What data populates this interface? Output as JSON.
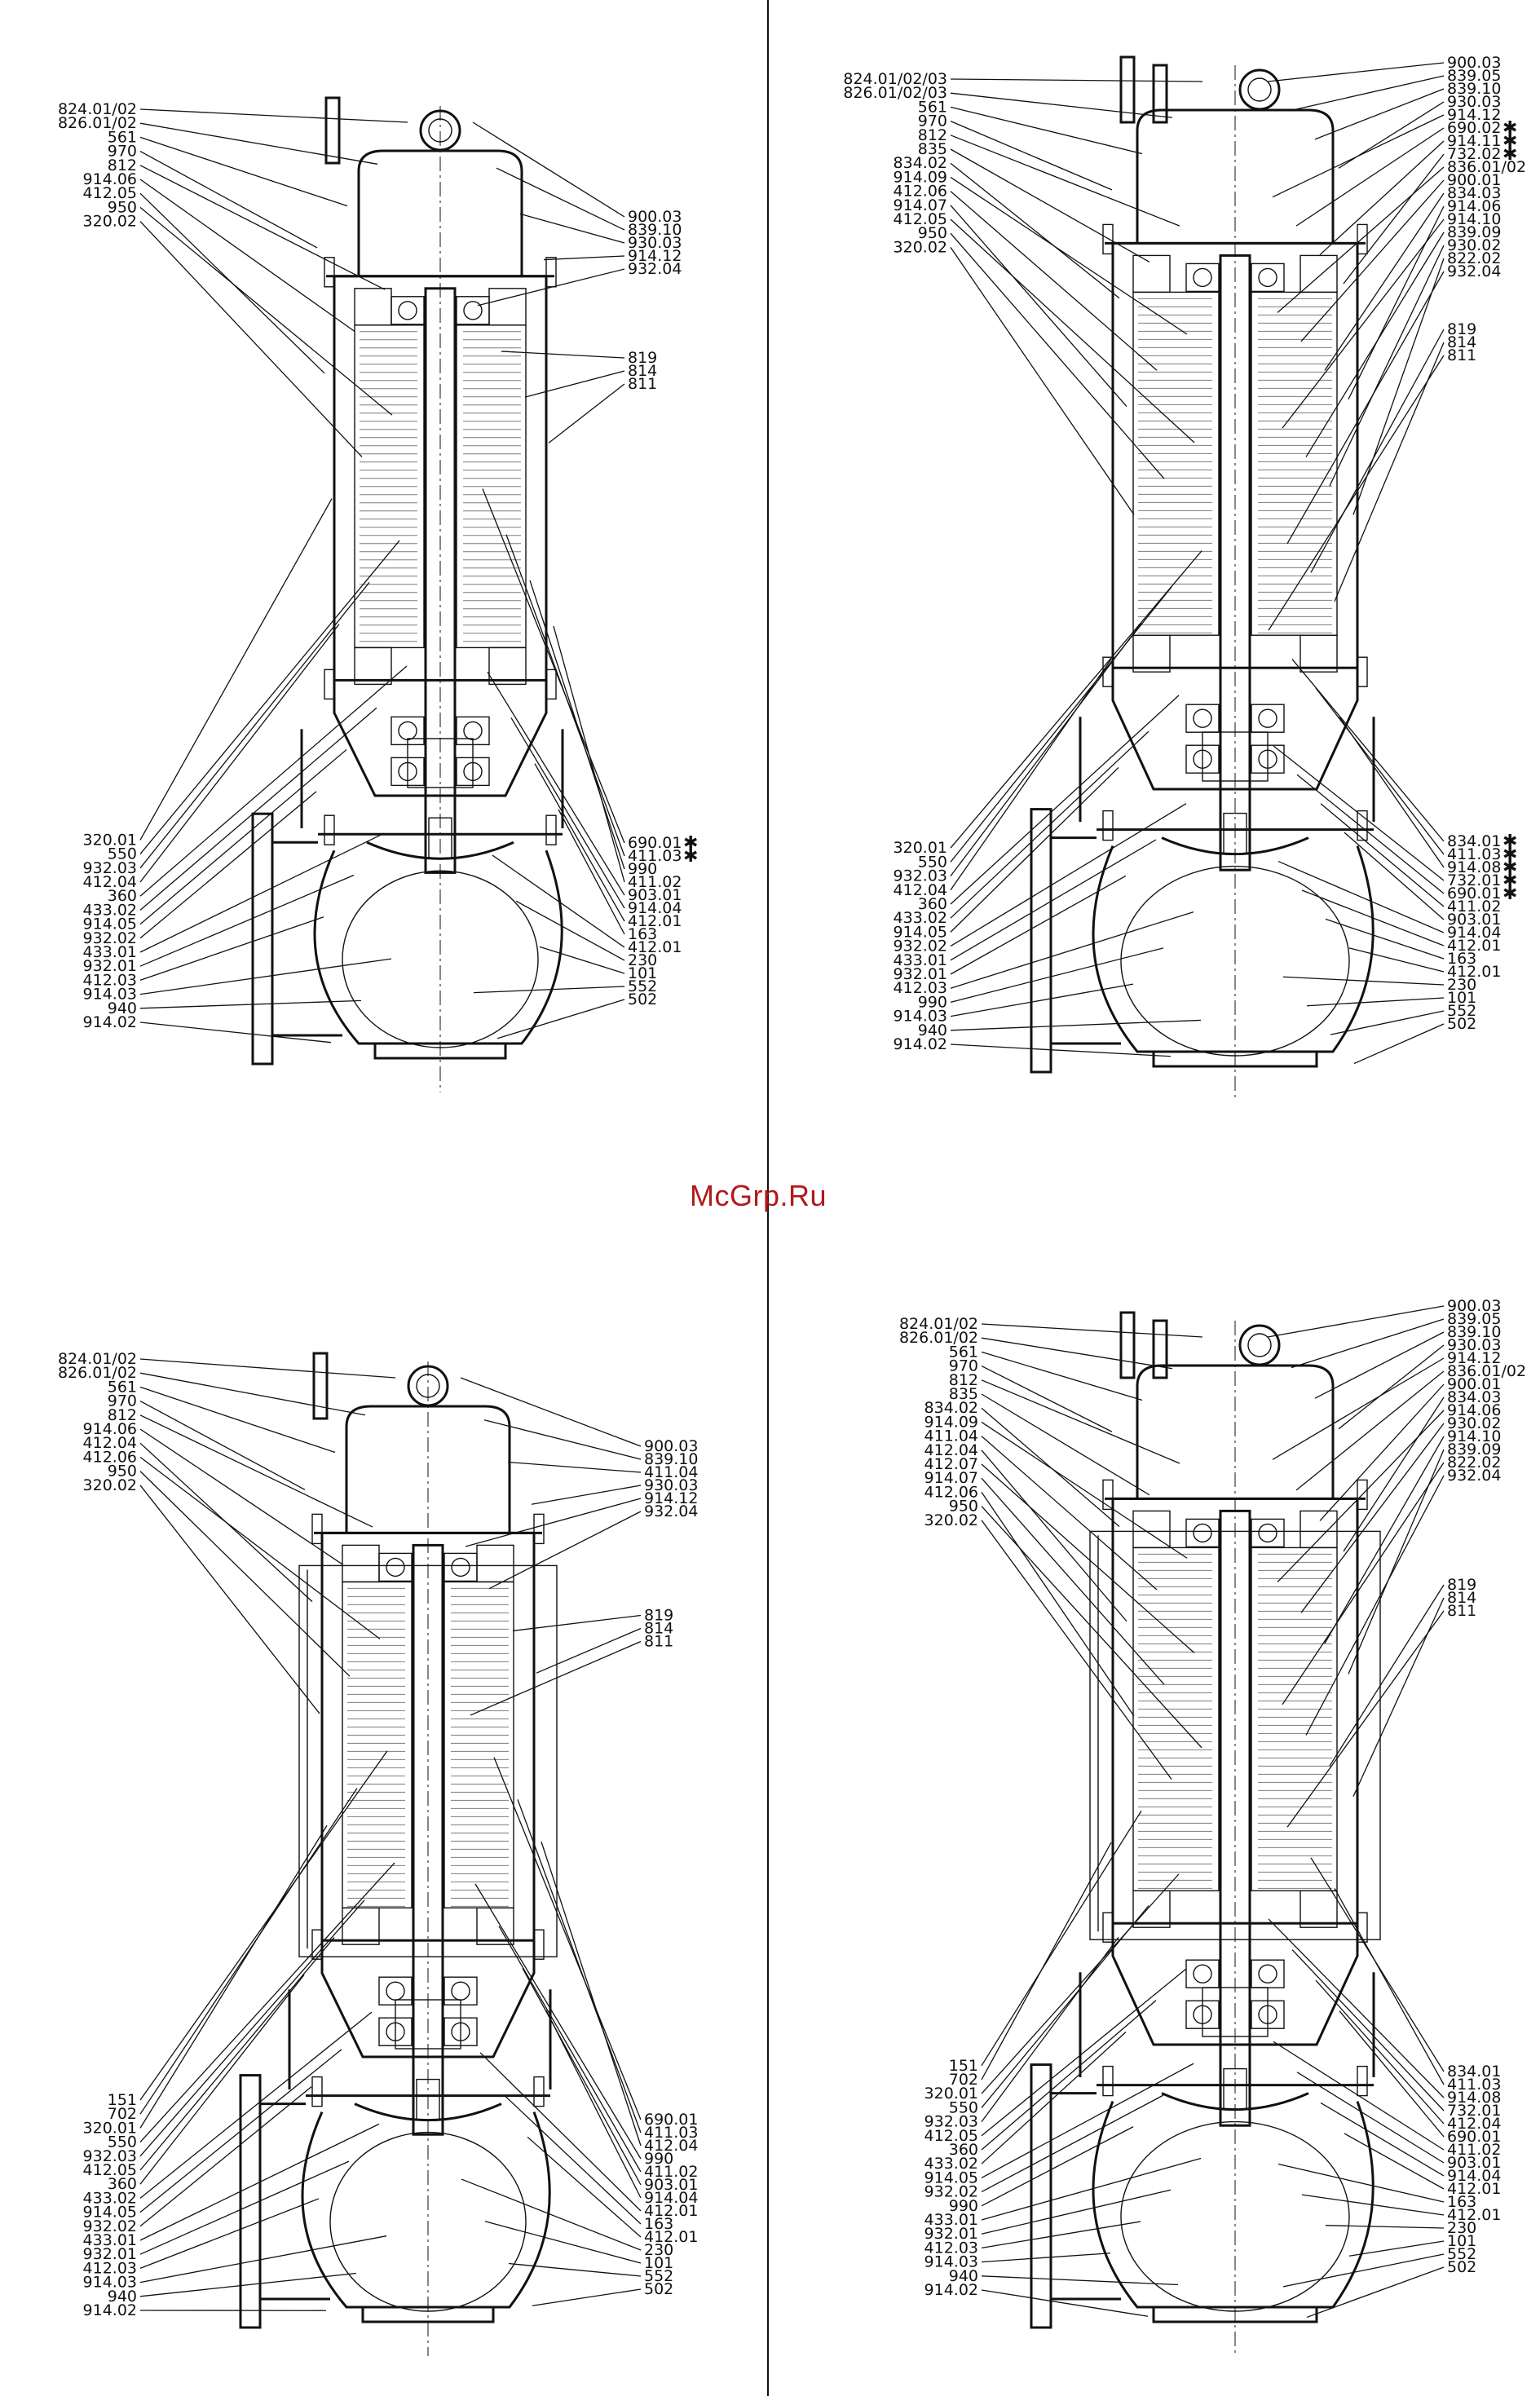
{
  "watermark": "McGrp.Ru",
  "colors": {
    "ink": "#111111",
    "watermark": "#b11a1a",
    "background": "#ffffff"
  },
  "drawings": [
    {
      "id": "top-left",
      "left_labels": [
        "824.01/02",
        "826.01/02",
        "561",
        "970",
        "812",
        "914.06",
        "412.05",
        "950",
        "320.02",
        "320.01",
        "550",
        "932.03",
        "412.04",
        "360",
        "433.02",
        "914.05",
        "932.02",
        "433.01",
        "932.01",
        "412.03",
        "914.03",
        "940",
        "914.02"
      ],
      "right_labels": [
        "900.03",
        "839.10",
        "930.03",
        "914.12",
        "932.04",
        "819",
        "814",
        "811",
        "690.01",
        "411.03",
        "990",
        "411.02",
        "903.01",
        "914.04",
        "412.01",
        "163",
        "412.01",
        "230",
        "101",
        "552",
        "502"
      ],
      "starred": [
        "690.01",
        "411.03"
      ]
    },
    {
      "id": "top-right",
      "left_labels": [
        "824.01/02/03",
        "826.01/02/03",
        "561",
        "970",
        "812",
        "835",
        "834.02",
        "914.09",
        "412.06",
        "914.07",
        "412.05",
        "950",
        "320.02",
        "320.01",
        "550",
        "932.03",
        "412.04",
        "360",
        "433.02",
        "914.05",
        "932.02",
        "433.01",
        "932.01",
        "412.03",
        "990",
        "914.03",
        "940",
        "914.02"
      ],
      "right_labels": [
        "900.03",
        "839.05",
        "839.10",
        "930.03",
        "914.12",
        "690.02",
        "914.11",
        "732.02",
        "836.01/02",
        "900.01",
        "834.03",
        "914.06",
        "914.10",
        "839.09",
        "930.02",
        "822.02",
        "932.04",
        "819",
        "814",
        "811",
        "834.01",
        "411.03",
        "914.08",
        "732.01",
        "690.01",
        "411.02",
        "903.01",
        "914.04",
        "412.01",
        "163",
        "412.01",
        "230",
        "101",
        "552",
        "502"
      ],
      "starred": [
        "690.02",
        "914.11",
        "732.02",
        "834.01",
        "411.03",
        "914.08",
        "732.01",
        "690.01"
      ]
    },
    {
      "id": "bottom-left",
      "left_labels": [
        "824.01/02",
        "826.01/02",
        "561",
        "970",
        "812",
        "914.06",
        "412.04",
        "412.06",
        "950",
        "320.02",
        "151",
        "702",
        "320.01",
        "550",
        "932.03",
        "412.05",
        "360",
        "433.02",
        "914.05",
        "932.02",
        "433.01",
        "932.01",
        "412.03",
        "914.03",
        "940",
        "914.02"
      ],
      "right_labels": [
        "900.03",
        "839.10",
        "411.04",
        "930.03",
        "914.12",
        "932.04",
        "819",
        "814",
        "811",
        "690.01",
        "411.03",
        "412.04",
        "990",
        "411.02",
        "903.01",
        "914.04",
        "412.01",
        "163",
        "412.01",
        "230",
        "101",
        "552",
        "502"
      ],
      "starred": []
    },
    {
      "id": "bottom-right",
      "left_labels": [
        "824.01/02",
        "826.01/02",
        "561",
        "970",
        "812",
        "835",
        "834.02",
        "914.09",
        "411.04",
        "412.04",
        "412.07",
        "914.07",
        "412.06",
        "950",
        "320.02",
        "151",
        "702",
        "320.01",
        "550",
        "932.03",
        "412.05",
        "360",
        "433.02",
        "914.05",
        "932.02",
        "990",
        "433.01",
        "932.01",
        "412.03",
        "914.03",
        "940",
        "914.02"
      ],
      "right_labels": [
        "900.03",
        "839.05",
        "839.10",
        "930.03",
        "914.12",
        "836.01/02",
        "900.01",
        "834.03",
        "914.06",
        "930.02",
        "914.10",
        "839.09",
        "822.02",
        "932.04",
        "819",
        "814",
        "811",
        "834.01",
        "411.03",
        "914.08",
        "732.01",
        "412.04",
        "690.01",
        "411.02",
        "903.01",
        "914.04",
        "412.01",
        "163",
        "412.01",
        "230",
        "101",
        "552",
        "502"
      ],
      "starred": []
    }
  ]
}
